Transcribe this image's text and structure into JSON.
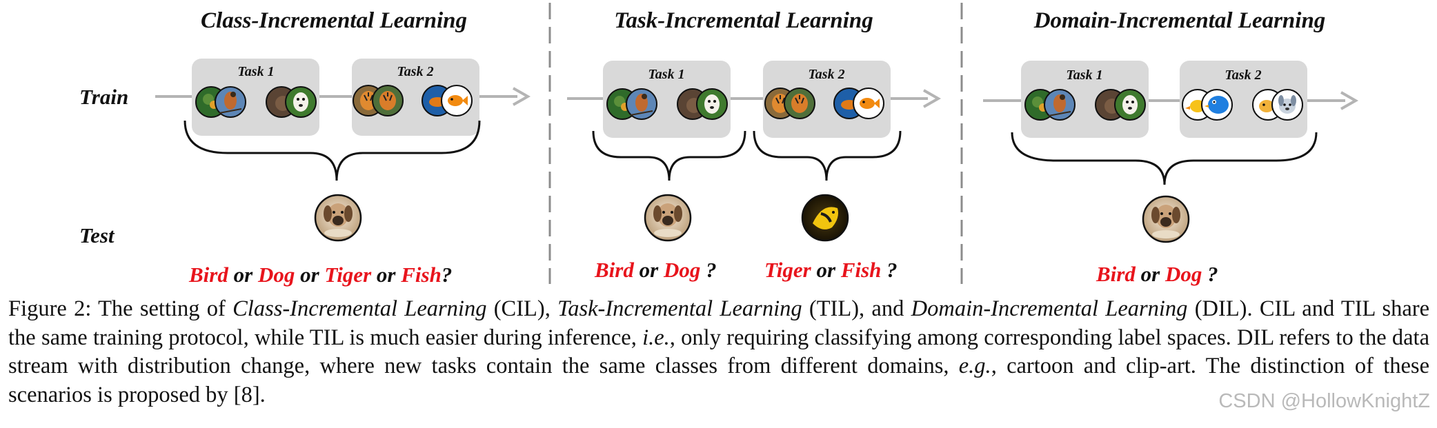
{
  "panels": [
    {
      "title": "Class-Incremental Learning",
      "tasks": [
        {
          "label": "Task 1"
        },
        {
          "label": "Task 2"
        }
      ],
      "question": [
        "Bird",
        " or ",
        "Dog",
        " or ",
        "Tiger",
        " or ",
        "Fish",
        "?"
      ]
    },
    {
      "title": "Task-Incremental Learning",
      "tasks": [
        {
          "label": "Task 1"
        },
        {
          "label": "Task 2"
        }
      ],
      "question_a": [
        "Bird",
        " or ",
        "Dog",
        " ?"
      ],
      "question_b": [
        "Tiger",
        " or ",
        "Fish",
        " ?"
      ]
    },
    {
      "title": "Domain-Incremental Learning",
      "tasks": [
        {
          "label": "Task 1"
        },
        {
          "label": "Task 2"
        }
      ],
      "question": [
        "Bird",
        " or ",
        "Dog",
        " ?"
      ]
    }
  ],
  "rows": {
    "train": "Train",
    "test": "Test"
  },
  "caption": {
    "p1": "Figure 2: The setting of ",
    "i1": "Class-Incremental Learning",
    "p2": " (CIL), ",
    "i2": "Task-Incremental Learning",
    "p3": " (TIL), and ",
    "i3": "Domain-Incremental Learning",
    "p4": " (DIL). CIL and TIL share the same training protocol, while TIL is much easier during inference, ",
    "i4": "i.e.",
    "p5": ", only requiring classifying among corresponding label spaces. DIL refers to the data stream with distribution change, where new tasks contain the same classes from different domains, ",
    "i5": "e.g.",
    "p6": ", cartoon and clip-art. The distinction of these scenarios is proposed by [8]."
  },
  "watermark": "CSDN @HollowKnightZ",
  "colors": {
    "accent_red": "#e8141c",
    "box_gray": "#d9d9d9",
    "arrow_gray": "#b4b4b4",
    "divider_gray": "#8c8c8c"
  },
  "icons": [
    "bird-photo-icon",
    "dog-photo-icon",
    "tiger-photo-icon",
    "fish-photo-icon",
    "cartoon-bird-icon",
    "cartoon-dog-icon"
  ]
}
